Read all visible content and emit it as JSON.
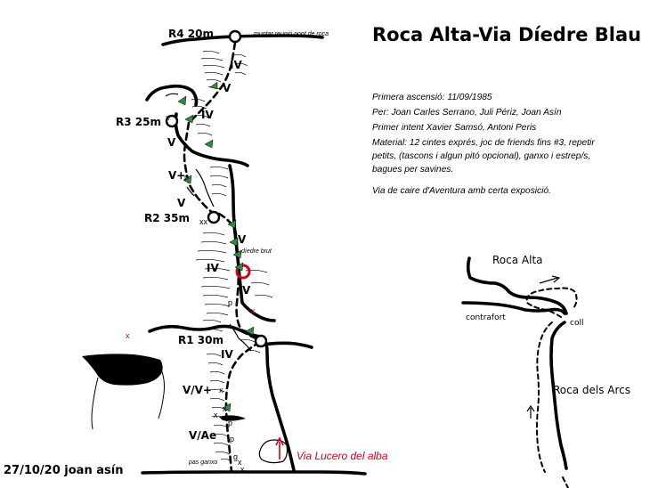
{
  "title": "Roca Alta-Via Díedre Blau",
  "info_lines": [
    "Primera ascensió: 11/09/1985",
    "Per: Joan Carles Serrano, Juli Périz, Joan Asín",
    "Primer intent Xavier Samsó, Antoni Peris",
    "Material: 12 cintes exprés, joc de friends fins #3, repetir",
    "petits, (tascons i algun pitó opcional), ganxo i estrep/s,",
    "bagues per savines.",
    "",
    "Via de caire d'Aventura amb certa exposició."
  ],
  "belays": {
    "r4": "R4 20m",
    "r3": "R3 25m",
    "r2": "R2 35m",
    "r1": "R1 30m"
  },
  "notes": {
    "r4_note": "muntar reunió pont de roca",
    "diedre": "díedre brut",
    "pas_ganxo": "pas ganxo",
    "lucero": "Via Lucero del alba"
  },
  "grades": {
    "g_top_iv": "IV",
    "g_top_v": "V",
    "g_r3_iv": "IV",
    "g_r3_v": "V",
    "g_vplus": "V+",
    "g_v_mid": "V",
    "g_r2_v": "V",
    "g_iv_mid": "IV",
    "g_v_low": "V",
    "g_r1_iv": "IV",
    "g_vvplus": "V/V+",
    "g_vae": "V/Ae"
  },
  "map": {
    "roca_alta": "Roca Alta",
    "contrafort": "contrafort",
    "coll": "coll",
    "roca_arcs": "Roca dels Arcs"
  },
  "date": "27/10/20 joan asín",
  "marks": {
    "p": "p",
    "x": "x",
    "xx": "xx",
    "g": "g"
  },
  "colors": {
    "ink": "#000000",
    "bolt_green": "#2e8b3a",
    "highlight_red": "#d0021b"
  }
}
